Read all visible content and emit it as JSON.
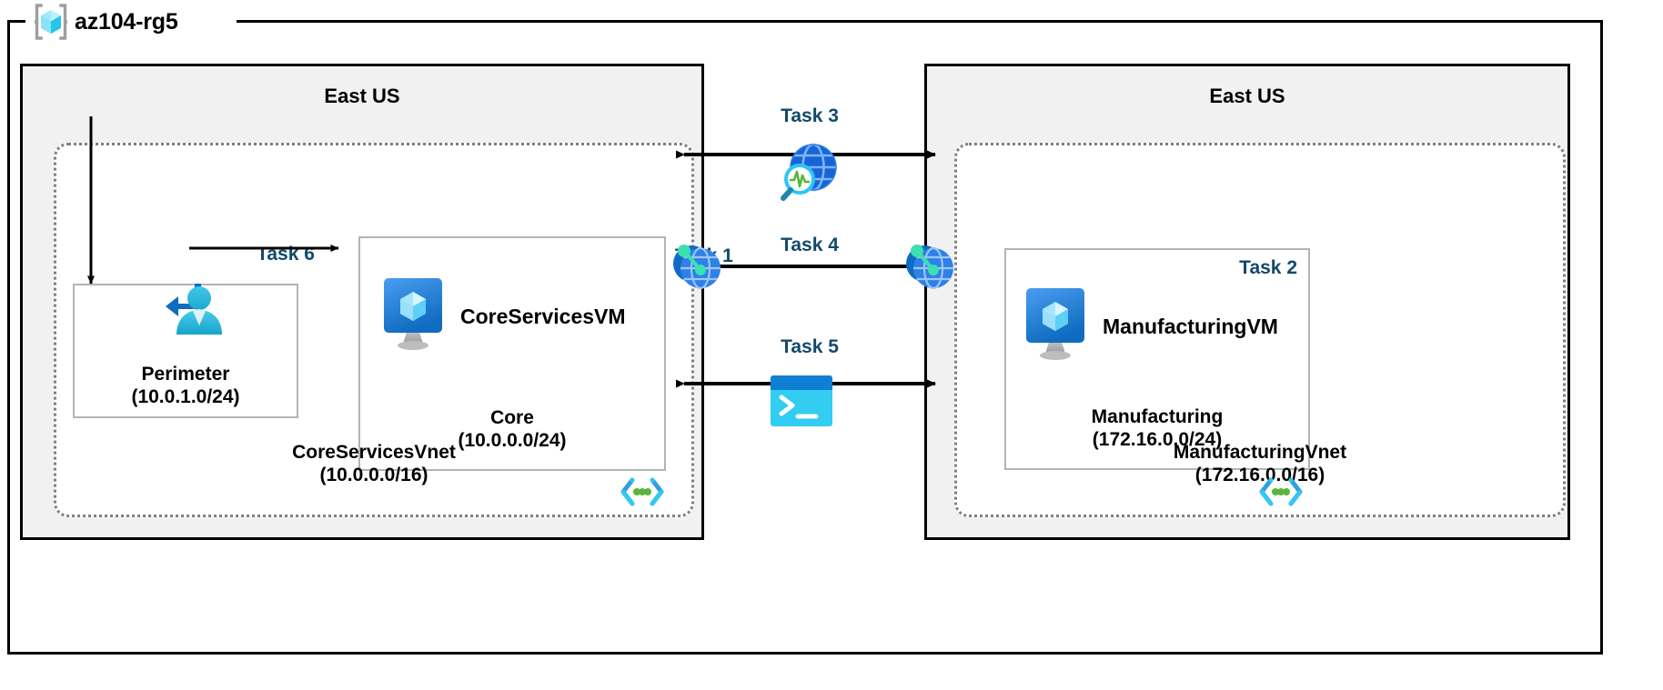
{
  "resource_group": {
    "name": "az104-rg5",
    "icon": "azure-resource-group-icon"
  },
  "regions": [
    {
      "id": "left",
      "title": "East US"
    },
    {
      "id": "right",
      "title": "East US"
    }
  ],
  "left_region": {
    "title": "East US",
    "internet_icon": "globe-icon",
    "vnet": {
      "name": "CoreServicesVnet",
      "cidr": "(10.0.0.0/16)",
      "brackets_icon": "code-brackets-icon"
    },
    "subnets": [
      {
        "id": "perimeter",
        "task": "Task 6",
        "name": "Perimeter",
        "cidr": "(10.0.1.0/24)",
        "icon": "bastion-user-icon"
      },
      {
        "id": "core",
        "task": "Task 1",
        "name": "Core",
        "cidr": "(10.0.0.0/24)",
        "vm_name": "CoreServicesVM",
        "icon": "virtual-machine-icon"
      }
    ]
  },
  "right_region": {
    "title": "East US",
    "vnet": {
      "name": "ManufacturingVnet",
      "cidr": "(172.16.0.0/16)",
      "brackets_icon": "code-brackets-icon"
    },
    "subnets": [
      {
        "id": "manufacturing",
        "task": "Task 2",
        "name": "Manufacturing",
        "cidr": "(172.16.0.0/24)",
        "vm_name": "ManufacturingVM",
        "icon": "virtual-machine-icon"
      }
    ]
  },
  "center_connections": [
    {
      "id": "task3",
      "label": "Task 3",
      "icon": "network-watcher-icon"
    },
    {
      "id": "task4",
      "label": "Task 4",
      "icon": "vnet-peering-icon"
    },
    {
      "id": "task5",
      "label": "Task 5",
      "icon": "cloud-shell-icon"
    }
  ],
  "colors": {
    "task_label": "#12496b",
    "region_fill": "#f1f1f1",
    "vnet_border": "#7f7f7f",
    "subnet_border": "#b3b3b3",
    "azure_blue": "#0078d4",
    "cyan": "#32c8f0",
    "green": "#5bb53c"
  }
}
